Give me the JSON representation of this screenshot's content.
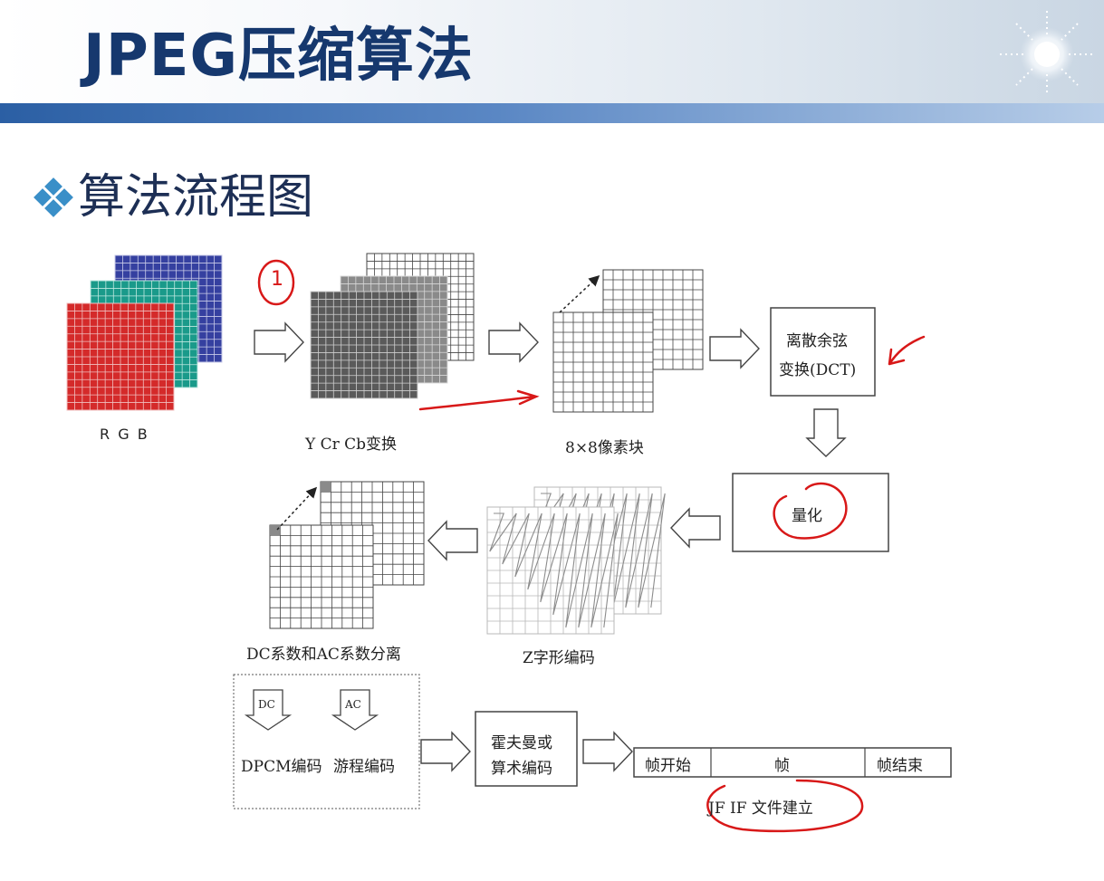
{
  "slide": {
    "title": "JPEG压缩算法",
    "subtitle": "算法流程图"
  },
  "diagram": {
    "rgb_label": "R G B",
    "ycc_label": "Y  Cr  Cb变换",
    "block_label": "8×8像素块",
    "dct_line1": "离散余弦",
    "dct_line2": "变换(DCT)",
    "quant_label": "量化",
    "zigzag_label": "Z字形编码",
    "dcac_label": "DC系数和AC系数分离",
    "dc_tag": "DC",
    "ac_tag": "AC",
    "dpcm_label": "DPCM编码",
    "rle_label": "游程编码",
    "huff_line1": "霍夫曼或",
    "huff_line2": "算术编码",
    "frame_start": "帧开始",
    "frame": "帧",
    "frame_end": "帧结束",
    "jfif_label": "JF  IF  文件建立",
    "annotation_1": "1"
  },
  "colors": {
    "title": "#16386e",
    "band": "#2b5fa4",
    "red_plane": "#d42a2a",
    "green_plane": "#1a9a8a",
    "blue_plane": "#3540a0",
    "gray_plane": "#5a5a5a",
    "annotation": "#d81818"
  }
}
